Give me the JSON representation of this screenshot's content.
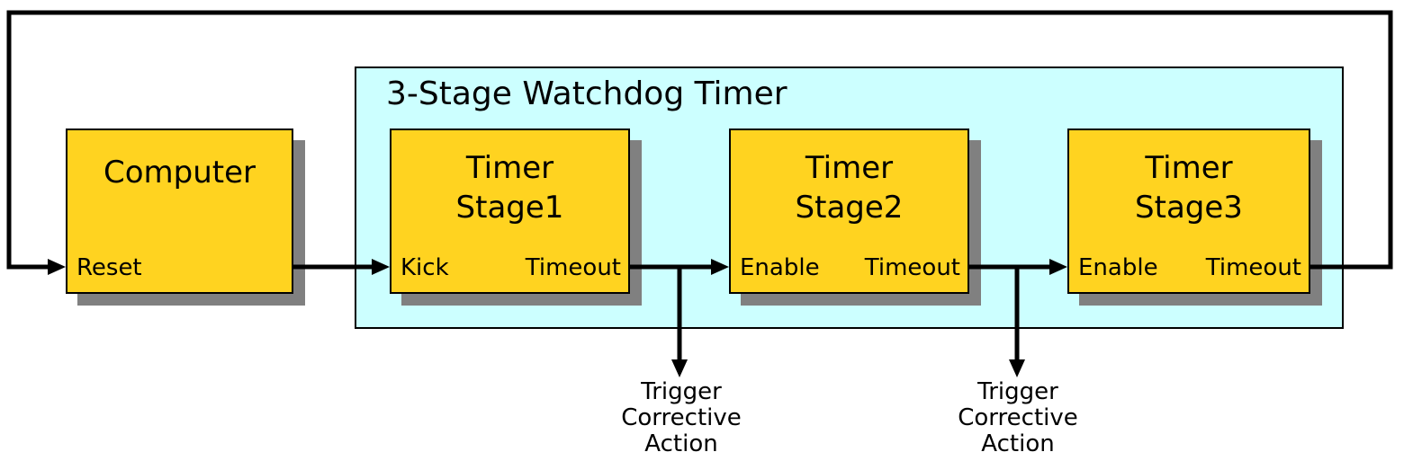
{
  "colors": {
    "box-fill": "#FFD320",
    "panel-fill": "#CCFFFF",
    "shadow": "#808080",
    "line": "#000000",
    "text": "#000000",
    "bg": "#FFFFFF"
  },
  "panel": {
    "title": "3-Stage Watchdog Timer"
  },
  "nodes": {
    "computer": {
      "line1": "Computer",
      "port_left": "Reset"
    },
    "stage1": {
      "line1": "Timer",
      "line2": "Stage1",
      "port_left": "Kick",
      "port_right": "Timeout"
    },
    "stage2": {
      "line1": "Timer",
      "line2": "Stage2",
      "port_left": "Enable",
      "port_right": "Timeout"
    },
    "stage3": {
      "line1": "Timer",
      "line2": "Stage3",
      "port_left": "Enable",
      "port_right": "Timeout"
    }
  },
  "annotations": {
    "trigger1": {
      "line1": "Trigger",
      "line2": "Corrective",
      "line3": "Action"
    },
    "trigger2": {
      "line1": "Trigger",
      "line2": "Corrective",
      "line3": "Action"
    }
  }
}
